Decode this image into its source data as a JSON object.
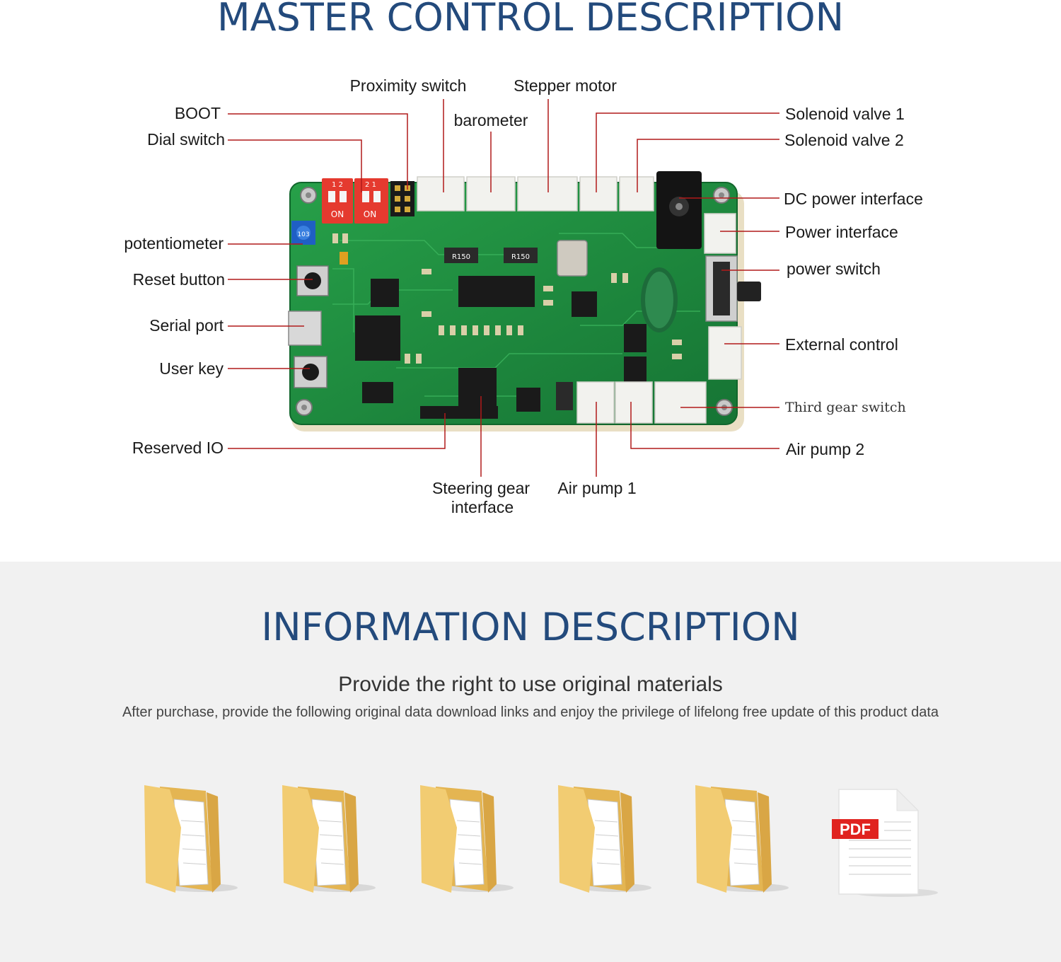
{
  "header": {
    "title": "MASTER CONTROL DESCRIPTION"
  },
  "diagram": {
    "labels": {
      "boot": "BOOT",
      "dial_switch": "Dial switch",
      "proximity_switch": "Proximity switch",
      "barometer": "barometer",
      "stepper_motor": "Stepper motor",
      "solenoid_valve_1": "Solenoid valve 1",
      "solenoid_valve_2": "Solenoid valve 2",
      "dc_power_interface": "DC power interface",
      "power_interface": "Power interface",
      "power_switch": "power switch",
      "potentiometer": "potentiometer",
      "reset_button": "Reset button",
      "serial_port": "Serial port",
      "user_key": "User key",
      "external_control": "External control",
      "third_gear_switch": "Third gear switch",
      "reserved_io": "Reserved IO",
      "air_pump_2": "Air pump 2",
      "steering_gear_interface_line1": "Steering gear",
      "steering_gear_interface_line2": "interface",
      "air_pump_1": "Air pump 1"
    },
    "board": {
      "dip_on_1": "ON",
      "dip_on_2": "ON",
      "dip_digits_1": "1 2",
      "dip_digits_2": "2 1",
      "resistor_1": "R150",
      "resistor_2": "R150",
      "pot_code": "103"
    },
    "colors": {
      "leader_line": "#b11a1a",
      "board_green": "#1f8a3c",
      "dip_red": "#e53a2f"
    }
  },
  "info": {
    "title": "INFORMATION DESCRIPTION",
    "subtitle": "Provide the right to use original materials",
    "description": "After purchase, provide the following original data download links and enjoy the privilege of lifelong free update of this product data"
  },
  "files": {
    "folder_icons": [
      "folder-icon",
      "folder-icon",
      "folder-icon",
      "folder-icon",
      "folder-icon"
    ],
    "pdf_badge": "PDF"
  }
}
